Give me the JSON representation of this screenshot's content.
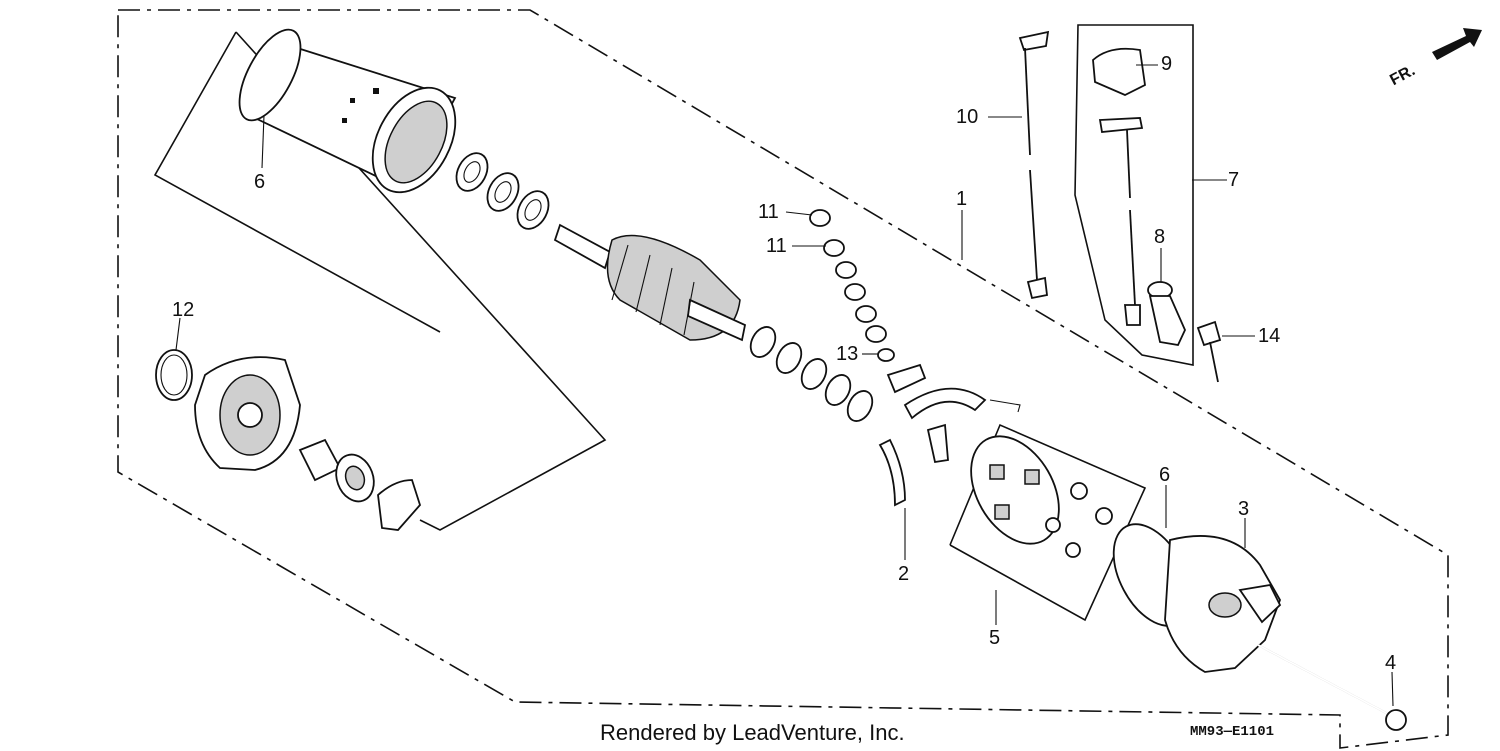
{
  "callouts": [
    {
      "id": "c6a",
      "text": "6"
    },
    {
      "id": "c12",
      "text": "12"
    },
    {
      "id": "c10",
      "text": "10"
    },
    {
      "id": "c1",
      "text": "1"
    },
    {
      "id": "c9",
      "text": "9"
    },
    {
      "id": "c7",
      "text": "7"
    },
    {
      "id": "c8",
      "text": "8"
    },
    {
      "id": "c11a",
      "text": "11"
    },
    {
      "id": "c11b",
      "text": "11"
    },
    {
      "id": "c13",
      "text": "13"
    },
    {
      "id": "c14",
      "text": "14"
    },
    {
      "id": "c2",
      "text": "2"
    },
    {
      "id": "c5",
      "text": "5"
    },
    {
      "id": "c6b",
      "text": "6"
    },
    {
      "id": "c3",
      "text": "3"
    },
    {
      "id": "c4",
      "text": "4"
    }
  ],
  "direction_label": "FR.",
  "footer": {
    "credit": "Rendered by LeadVenture, Inc.",
    "diagram_code": "MM93—E1101"
  }
}
